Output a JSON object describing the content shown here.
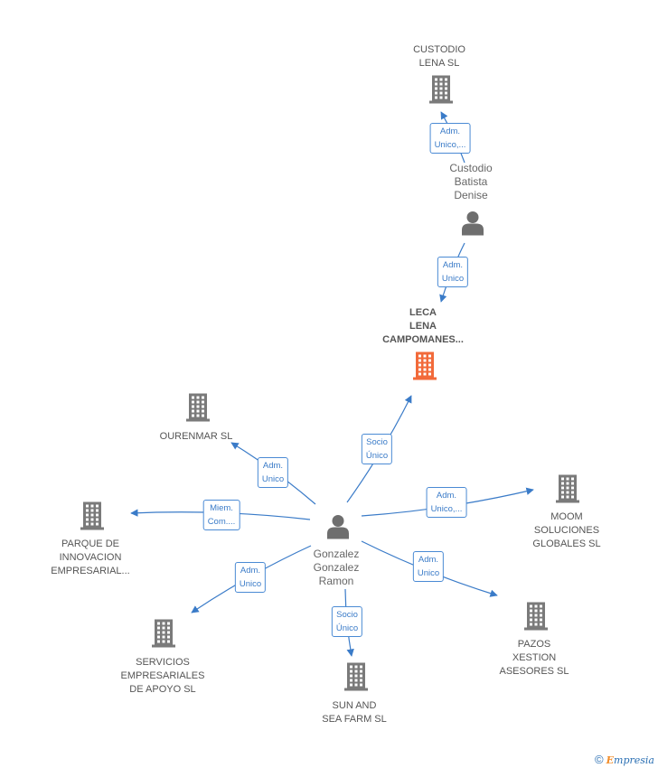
{
  "nodes": [
    {
      "id": "custodio_lena",
      "kind": "company",
      "label": "CUSTODIO\nLENA  SL"
    },
    {
      "id": "custodio_person",
      "kind": "person",
      "label": "Custodio\nBatista\nDenise"
    },
    {
      "id": "leca",
      "kind": "focus",
      "label": "LECA\nLENA\nCAMPOMANES..."
    },
    {
      "id": "ourenmar",
      "kind": "company",
      "label": "OURENMAR SL"
    },
    {
      "id": "parque",
      "kind": "company",
      "label": "PARQUE DE\nINNOVACION\nEMPRESARIAL..."
    },
    {
      "id": "gonzalez",
      "kind": "person",
      "label": "Gonzalez\nGonzalez\nRamon"
    },
    {
      "id": "moom",
      "kind": "company",
      "label": "MOOM\nSOLUCIONES\nGLOBALES SL"
    },
    {
      "id": "servicios",
      "kind": "company",
      "label": "SERVICIOS\nEMPRESARIALES\nDE APOYO SL"
    },
    {
      "id": "pazos",
      "kind": "company",
      "label": "PAZOS\nXESTION\nASESORES  SL"
    },
    {
      "id": "sunandsea",
      "kind": "company",
      "label": "SUN AND\nSEA FARM  SL"
    }
  ],
  "edges": [
    {
      "from": "custodio_person",
      "to": "custodio_lena",
      "label": "Adm.\nUnico,..."
    },
    {
      "from": "custodio_person",
      "to": "leca",
      "label": "Adm.\nUnico"
    },
    {
      "from": "gonzalez",
      "to": "leca",
      "label": "Socio\nÚnico"
    },
    {
      "from": "gonzalez",
      "to": "ourenmar",
      "label": "Adm.\nUnico"
    },
    {
      "from": "gonzalez",
      "to": "parque",
      "label": "Miem.\nCom...."
    },
    {
      "from": "gonzalez",
      "to": "moom",
      "label": "Adm.\nUnico,..."
    },
    {
      "from": "gonzalez",
      "to": "servicios",
      "label": "Adm.\nUnico"
    },
    {
      "from": "gonzalez",
      "to": "pazos",
      "label": "Adm.\nUnico"
    },
    {
      "from": "gonzalez",
      "to": "sunandsea",
      "label": "Socio\nÚnico"
    }
  ],
  "colors": {
    "company_icon": "#7a7a7a",
    "focus_icon": "#f26a3a",
    "person_icon": "#6e6e6e",
    "edge": "#3a7bc8"
  },
  "footer": {
    "copyright": "©",
    "brand_first": "E",
    "brand_rest": "mpresia"
  }
}
